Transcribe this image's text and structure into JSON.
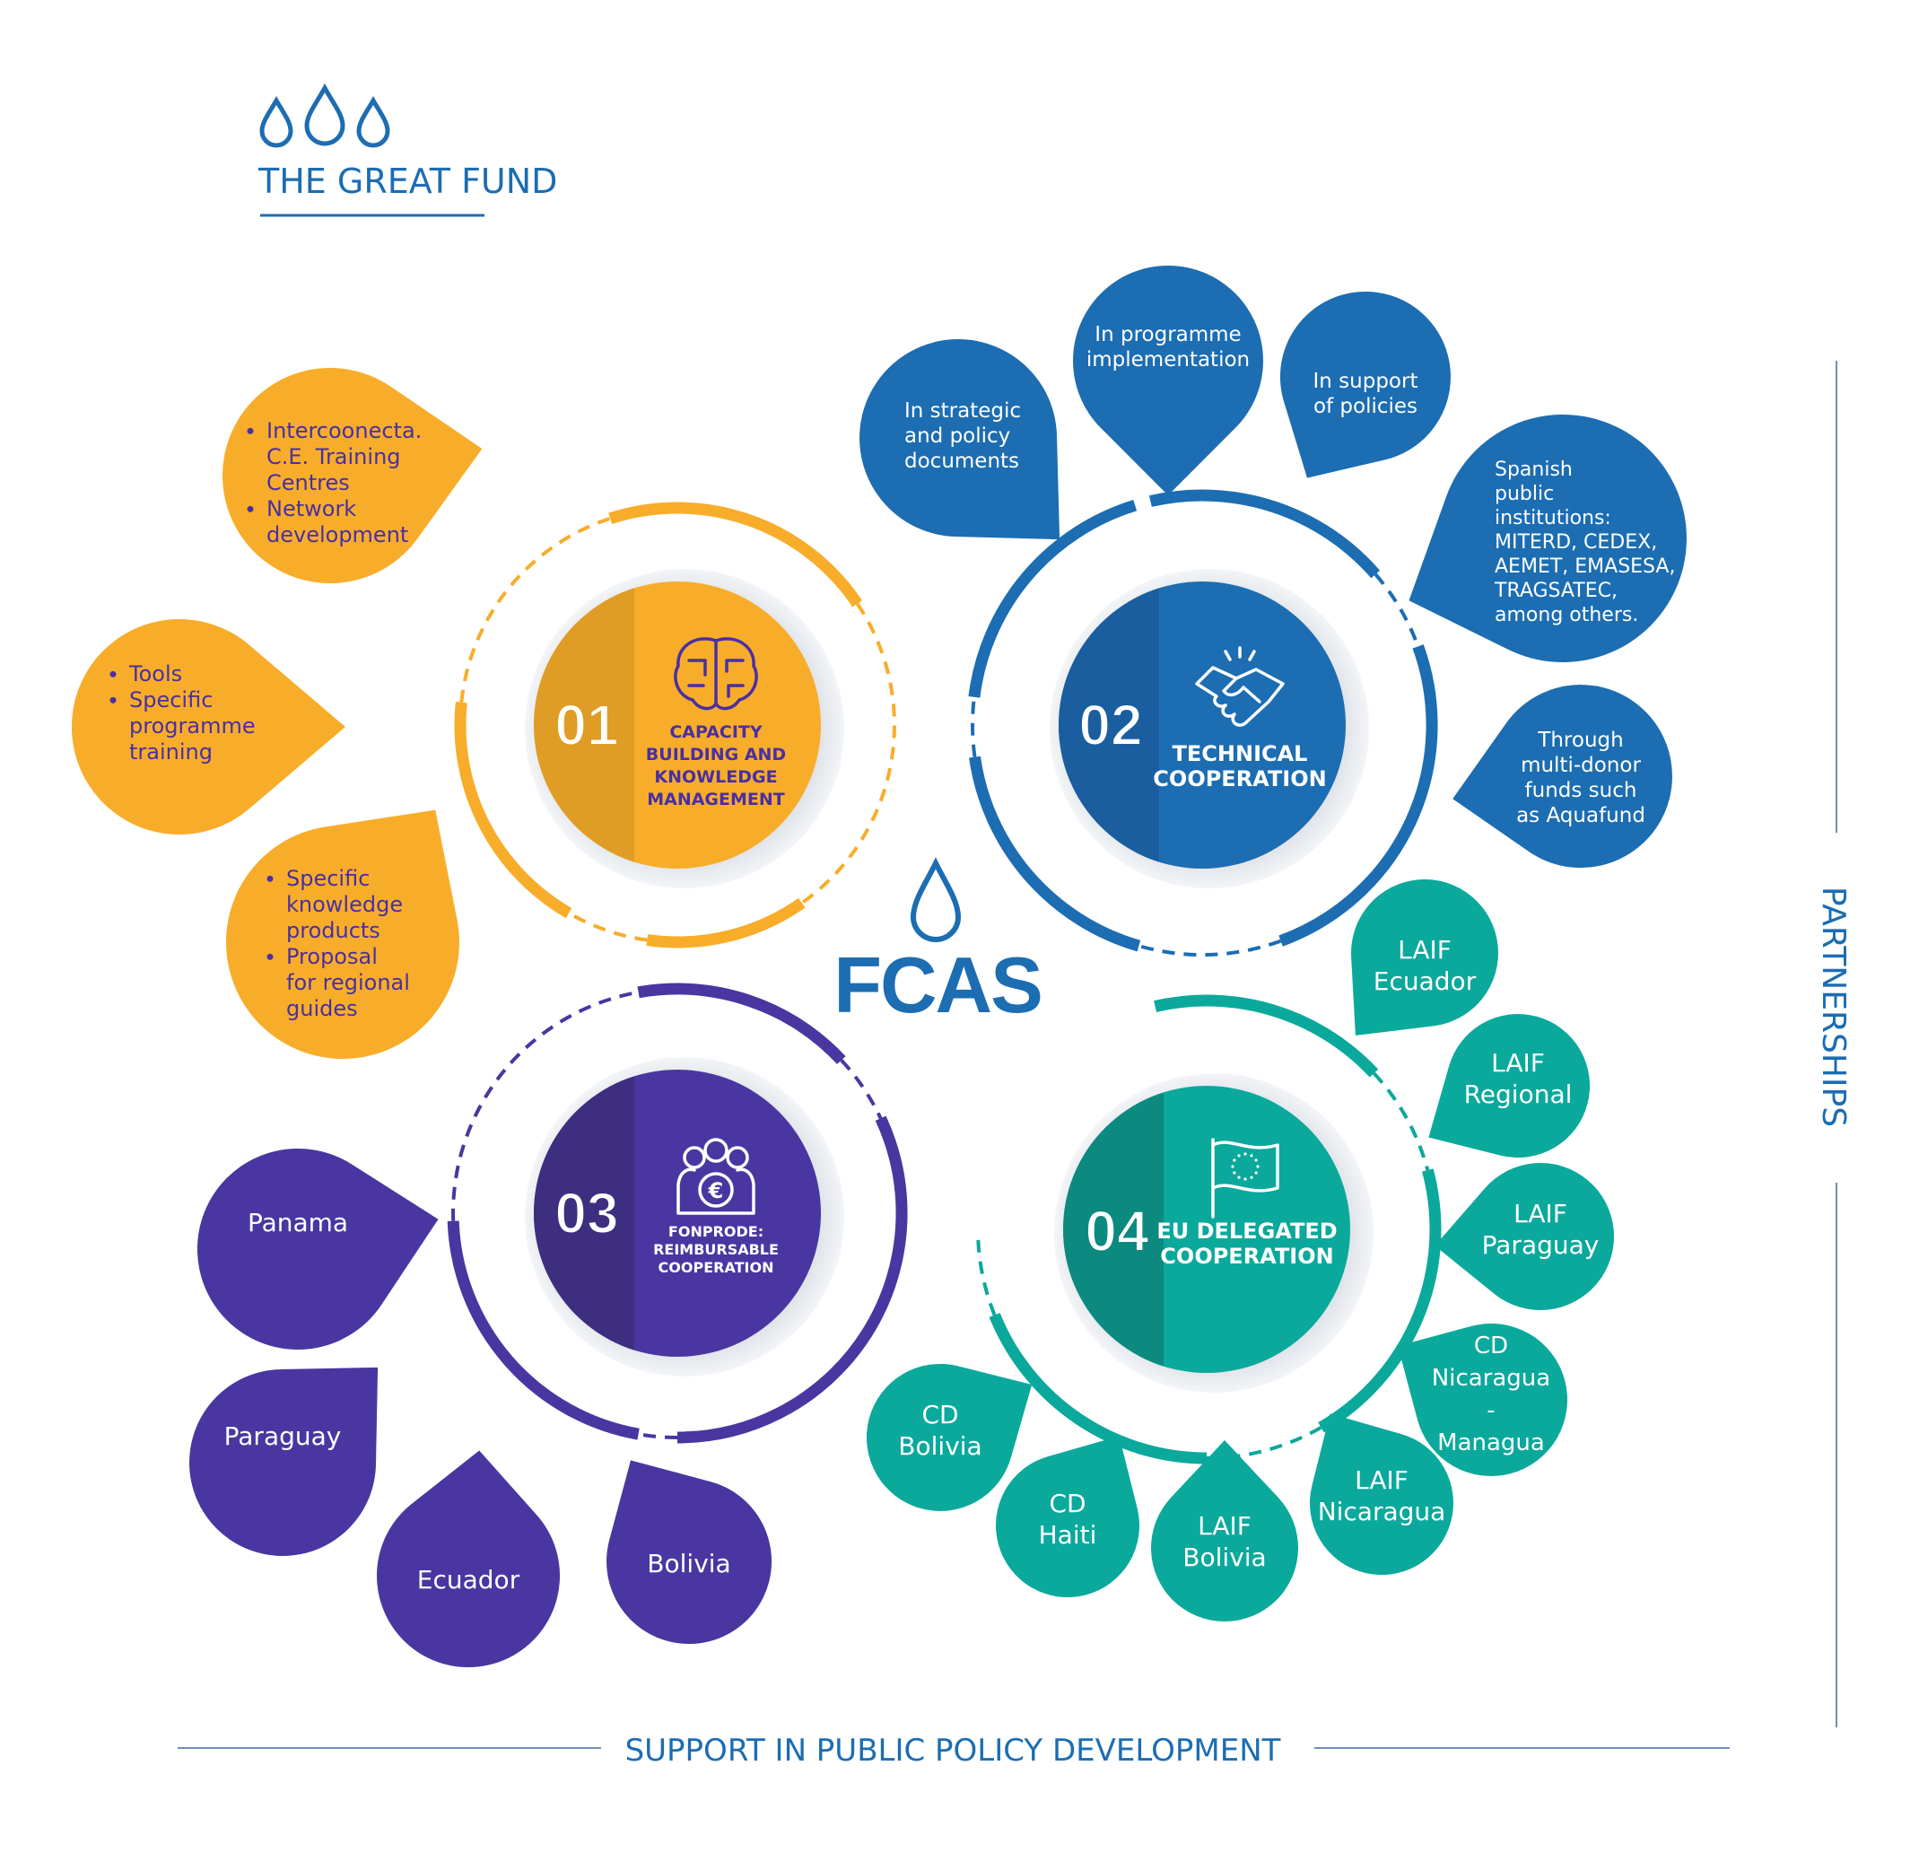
{
  "header": {
    "title": "THE GREAT FUND",
    "colors": {
      "brand": "#1c6db2",
      "rule": "#1c6db2"
    }
  },
  "center": {
    "label": "FCAS",
    "color": "#1c6db2"
  },
  "side_label": "PARTNERSHIPS",
  "bottom_label": "SUPPORT IN PUBLIC POLICY DEVELOPMENT",
  "colors": {
    "yellow": "#f8ad2a",
    "yellow_dark": "#df9d25",
    "yellow_text": "#4a2fa2",
    "blue": "#1c6db2",
    "blue_dark": "#1a5e9f",
    "purple": "#4a36a0",
    "purple_dark": "#3e2e80",
    "teal": "#0aa99c",
    "teal_dark": "#0d8a80",
    "guide": "#6d8fc0"
  },
  "pillars": [
    {
      "number": "01",
      "title_lines": [
        "CAPACITY",
        "BUILDING AND",
        "KNOWLEDGE",
        "MANAGEMENT"
      ],
      "icon": "brain-icon",
      "petals": [
        {
          "lines": [
            "Intercoonecta.",
            "C.E. Training",
            "Centres",
            "Network",
            "development"
          ]
        },
        {
          "lines": [
            "Tools",
            "Specific",
            "programme",
            "training"
          ]
        },
        {
          "lines": [
            "Specific",
            "knowledge",
            "products",
            "Proposal",
            "for regional",
            "guides"
          ]
        }
      ]
    },
    {
      "number": "02",
      "title_lines": [
        "TECHNICAL",
        "COOPERATION"
      ],
      "icon": "handshake-icon",
      "petals": [
        {
          "lines": [
            "In strategic",
            "and policy",
            "documents"
          ]
        },
        {
          "lines": [
            "In programme",
            "implementation"
          ]
        },
        {
          "lines": [
            "In support",
            "of policies"
          ]
        },
        {
          "lines": [
            "Spanish",
            "public",
            "institutions:",
            "MITERD, CEDEX,",
            "AEMET, EMASESA,",
            "TRAGSATEC,",
            "among others."
          ]
        },
        {
          "lines": [
            "Through",
            "multi-donor",
            "funds such",
            "as Aquafund"
          ]
        }
      ]
    },
    {
      "number": "03",
      "title_lines": [
        "FONPRODE:",
        "REIMBURSABLE",
        "COOPERATION"
      ],
      "icon": "people-euro-icon",
      "petals": [
        {
          "lines": [
            "Panama"
          ]
        },
        {
          "lines": [
            "Paraguay"
          ]
        },
        {
          "lines": [
            "Ecuador"
          ]
        },
        {
          "lines": [
            "Bolivia"
          ]
        }
      ]
    },
    {
      "number": "04",
      "title_lines": [
        "EU DELEGATED",
        "COOPERATION"
      ],
      "icon": "eu-flag-icon",
      "petals": [
        {
          "lines": [
            "LAIF",
            "Ecuador"
          ]
        },
        {
          "lines": [
            "LAIF",
            "Regional"
          ]
        },
        {
          "lines": [
            "LAIF",
            "Paraguay"
          ]
        },
        {
          "lines": [
            "CD",
            "Nicaragua",
            "-",
            "Managua"
          ]
        },
        {
          "lines": [
            "LAIF",
            "Nicaragua"
          ]
        },
        {
          "lines": [
            "LAIF",
            "Bolivia"
          ]
        },
        {
          "lines": [
            "CD",
            "Haiti"
          ]
        },
        {
          "lines": [
            "CD",
            "Bolivia"
          ]
        }
      ]
    }
  ]
}
